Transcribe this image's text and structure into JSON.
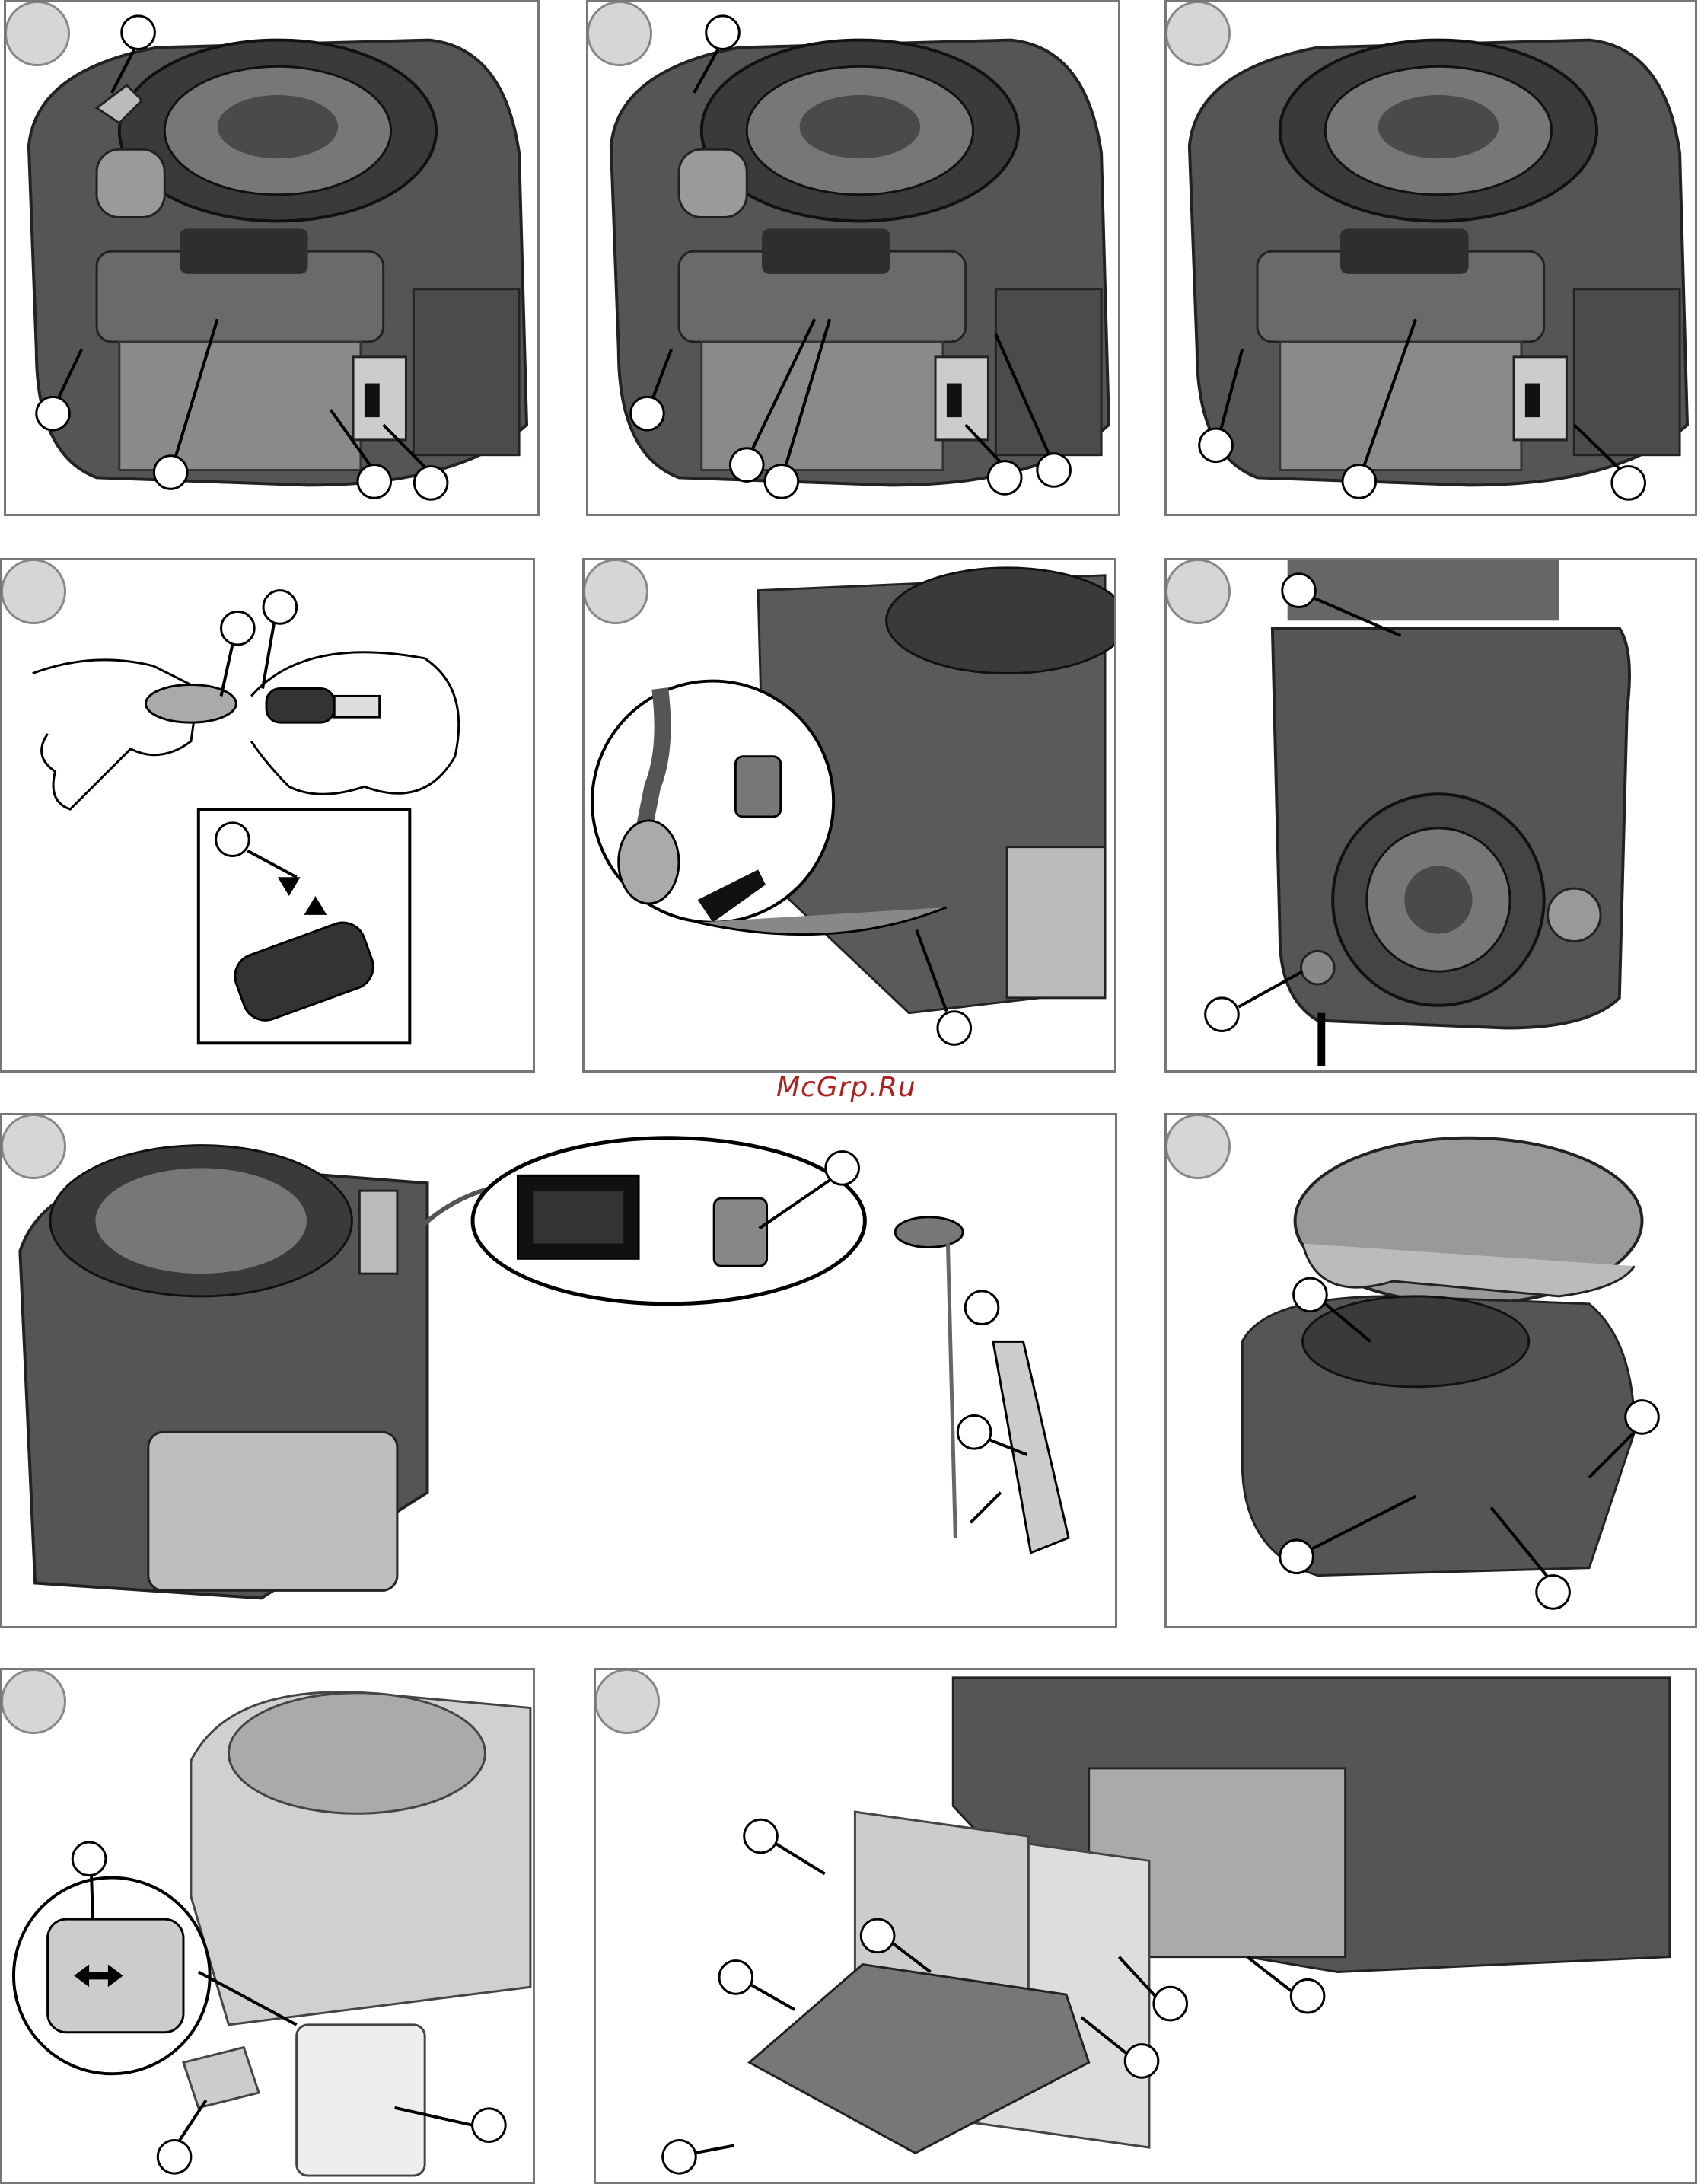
{
  "watermark": {
    "text": "McGrp.Ru"
  },
  "colors": {
    "engine_dark": "#3c3c3c",
    "engine_mid": "#6a6a6a",
    "engine_light": "#a9a9a9",
    "callout": "#000000",
    "tab": "#d6d6d6",
    "watermark": "#b01e1e"
  },
  "panels": [
    {
      "id": "p1",
      "content": "engine-callouts-front"
    },
    {
      "id": "p2",
      "content": "engine-callouts-front"
    },
    {
      "id": "p3",
      "content": "engine-callouts-front"
    },
    {
      "id": "p4",
      "content": "spark-plug-gap"
    },
    {
      "id": "p5",
      "content": "fuel-line-disconnect"
    },
    {
      "id": "p6",
      "content": "engine-top-view"
    },
    {
      "id": "p7",
      "content": "oil-fill-dipstick"
    },
    {
      "id": "p8",
      "content": "cover-removal"
    },
    {
      "id": "p9",
      "content": "air-filter-foam"
    },
    {
      "id": "p10",
      "content": "air-filter-paper"
    }
  ]
}
